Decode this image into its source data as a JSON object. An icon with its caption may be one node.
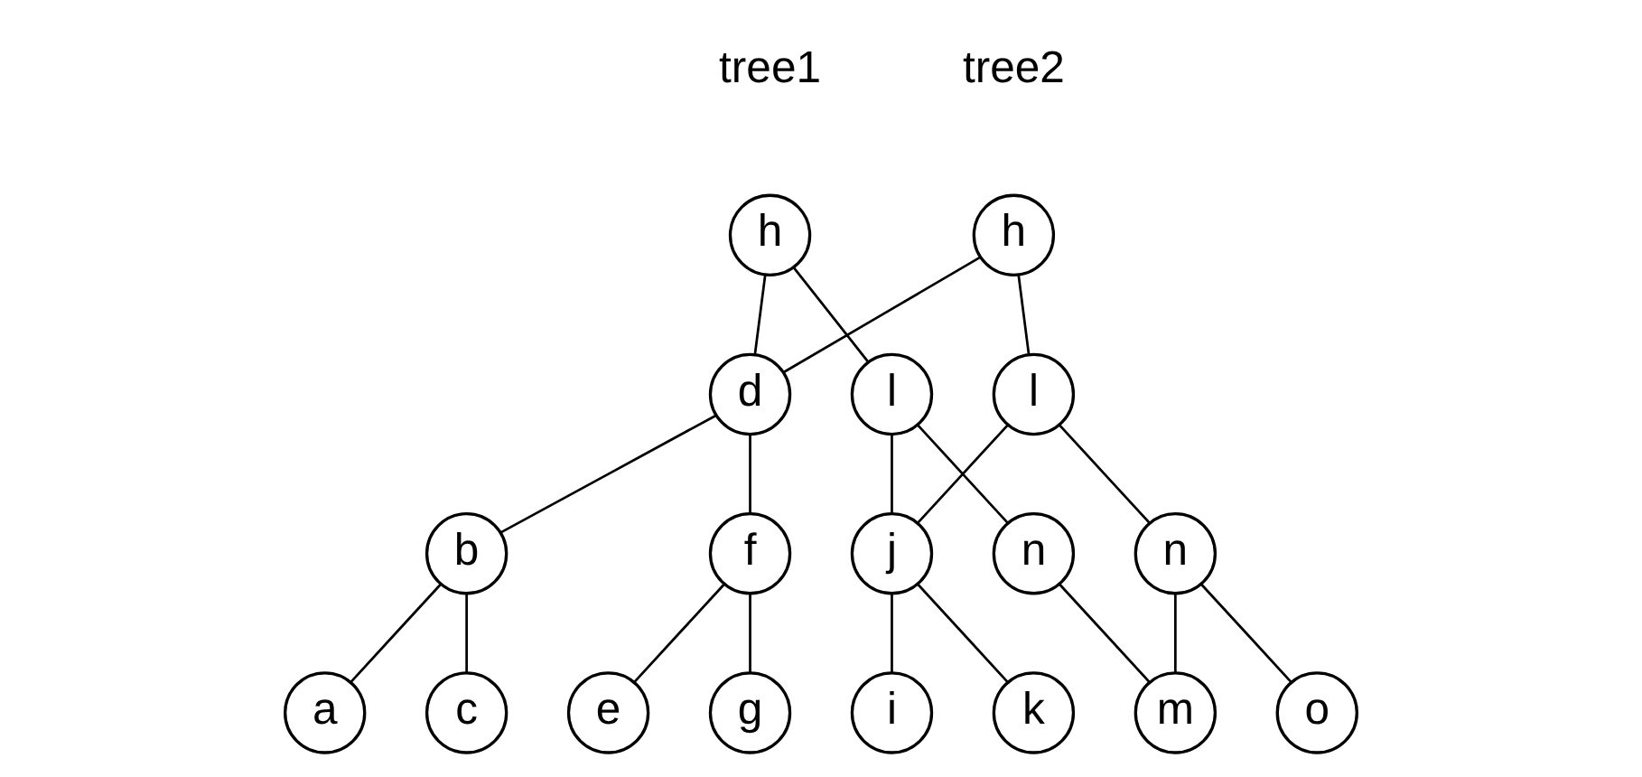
{
  "diagram": {
    "nodes": [
      {
        "text": [
          "h"
        ]
      },
      {
        "text": [
          "h"
        ]
      },
      {
        "text": [
          "d"
        ]
      },
      {
        "text": [
          "l"
        ]
      },
      {
        "text": [
          "l"
        ]
      },
      {
        "text": [
          "b"
        ]
      },
      {
        "text": [
          "f"
        ]
      },
      {
        "text": [
          "j"
        ]
      },
      {
        "text": [
          "n"
        ]
      },
      {
        "text": [
          "n"
        ]
      },
      {
        "text": [
          "a"
        ]
      },
      {
        "text": [
          "c"
        ]
      },
      {
        "text": [
          "e"
        ]
      },
      {
        "text": [
          "g"
        ]
      },
      {
        "text": [
          "i"
        ]
      },
      {
        "text": [
          "k"
        ]
      },
      {
        "text": [
          "m"
        ]
      },
      {
        "text": [
          "o"
        ]
      }
    ],
    "edges": [
      {
        "from": 0,
        "to": 2,
        "arrow": "none"
      },
      {
        "from": 0,
        "to": 3,
        "arrow": "none"
      },
      {
        "from": 1,
        "to": 2,
        "arrow": "none"
      },
      {
        "from": 1,
        "to": 4,
        "arrow": "none"
      },
      {
        "from": 2,
        "to": 5,
        "arrow": "none"
      },
      {
        "from": 2,
        "to": 6,
        "arrow": "none"
      },
      {
        "from": 3,
        "to": 7,
        "arrow": "none"
      },
      {
        "from": 3,
        "to": 8,
        "arrow": "none"
      },
      {
        "from": 4,
        "to": 7,
        "arrow": "none"
      },
      {
        "from": 4,
        "to": 9,
        "arrow": "none"
      },
      {
        "from": 5,
        "to": 10,
        "arrow": "none"
      },
      {
        "from": 5,
        "to": 11,
        "arrow": "none"
      },
      {
        "from": 6,
        "to": 12,
        "arrow": "none"
      },
      {
        "from": 6,
        "to": 13,
        "arrow": "none"
      },
      {
        "from": 7,
        "to": 14,
        "arrow": "none"
      },
      {
        "from": 7,
        "to": 15,
        "arrow": "none"
      },
      {
        "from": 8,
        "to": 16,
        "arrow": "none"
      },
      {
        "from": 9,
        "to": 16,
        "arrow": "none"
      },
      {
        "from": 9,
        "to": 17,
        "arrow": "none"
      }
    ],
    "labels": [
      "tree1",
      "tree2"
    ]
  }
}
